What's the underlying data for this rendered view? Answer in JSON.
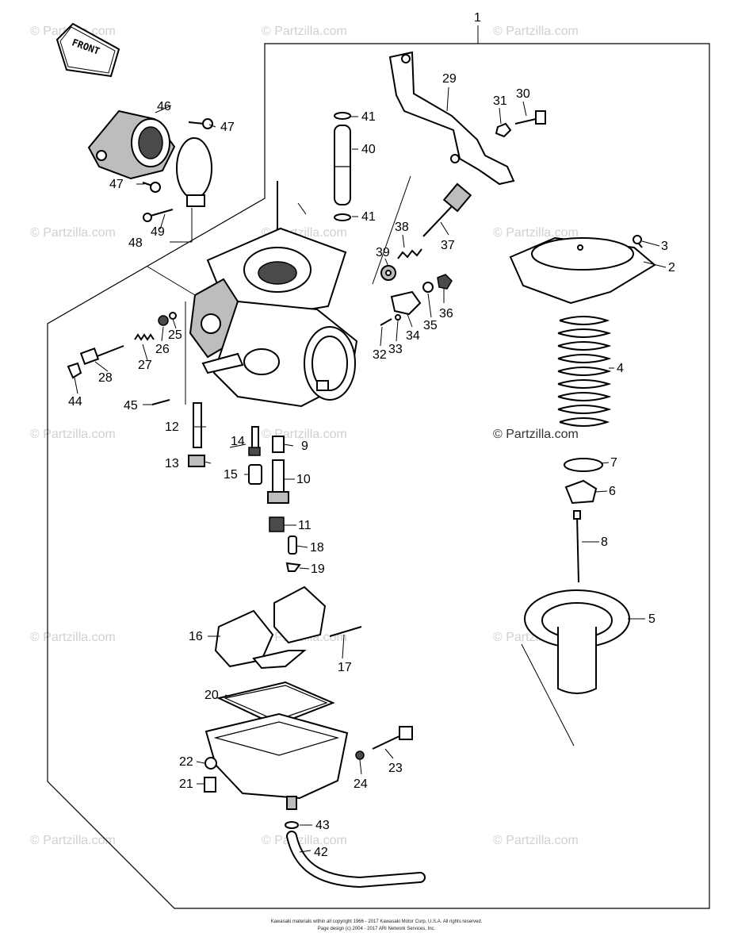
{
  "front_label": "FRONT",
  "watermark": "© Partzilla.com",
  "center_watermark": "© Partzilla.com",
  "callouts": [
    {
      "id": "1",
      "text": "1"
    },
    {
      "id": "2",
      "text": "2"
    },
    {
      "id": "3",
      "text": "3"
    },
    {
      "id": "4",
      "text": "4"
    },
    {
      "id": "5",
      "text": "5"
    },
    {
      "id": "6",
      "text": "6"
    },
    {
      "id": "7",
      "text": "7"
    },
    {
      "id": "8",
      "text": "8"
    },
    {
      "id": "9",
      "text": "9"
    },
    {
      "id": "10",
      "text": "10"
    },
    {
      "id": "11",
      "text": "11"
    },
    {
      "id": "12",
      "text": "12"
    },
    {
      "id": "13",
      "text": "13"
    },
    {
      "id": "14",
      "text": "14"
    },
    {
      "id": "15",
      "text": "15"
    },
    {
      "id": "16",
      "text": "16"
    },
    {
      "id": "17",
      "text": "17"
    },
    {
      "id": "18",
      "text": "18"
    },
    {
      "id": "19",
      "text": "19"
    },
    {
      "id": "20",
      "text": "20"
    },
    {
      "id": "21",
      "text": "21"
    },
    {
      "id": "22",
      "text": "22"
    },
    {
      "id": "23",
      "text": "23"
    },
    {
      "id": "24",
      "text": "24"
    },
    {
      "id": "25",
      "text": "25"
    },
    {
      "id": "26",
      "text": "26"
    },
    {
      "id": "27",
      "text": "27"
    },
    {
      "id": "28",
      "text": "28"
    },
    {
      "id": "29",
      "text": "29"
    },
    {
      "id": "30",
      "text": "30"
    },
    {
      "id": "31",
      "text": "31"
    },
    {
      "id": "32",
      "text": "32"
    },
    {
      "id": "33",
      "text": "33"
    },
    {
      "id": "34",
      "text": "34"
    },
    {
      "id": "35",
      "text": "35"
    },
    {
      "id": "36",
      "text": "36"
    },
    {
      "id": "37",
      "text": "37"
    },
    {
      "id": "38",
      "text": "38"
    },
    {
      "id": "39",
      "text": "39"
    },
    {
      "id": "40",
      "text": "40"
    },
    {
      "id": "41a",
      "text": "41"
    },
    {
      "id": "41b",
      "text": "41"
    },
    {
      "id": "42",
      "text": "42"
    },
    {
      "id": "43",
      "text": "43"
    },
    {
      "id": "44",
      "text": "44"
    },
    {
      "id": "45",
      "text": "45"
    },
    {
      "id": "46",
      "text": "46"
    },
    {
      "id": "47a",
      "text": "47"
    },
    {
      "id": "47b",
      "text": "47"
    },
    {
      "id": "48",
      "text": "48"
    },
    {
      "id": "49",
      "text": "49"
    }
  ],
  "footer": {
    "line1": "Kawasaki materials within all copyright 1966 - 2017 Kawasaki Motor Corp, U.S.A. All rights reserved.",
    "line2": "Page design (c) 2004 - 2017 ARI Network Services, Inc."
  }
}
